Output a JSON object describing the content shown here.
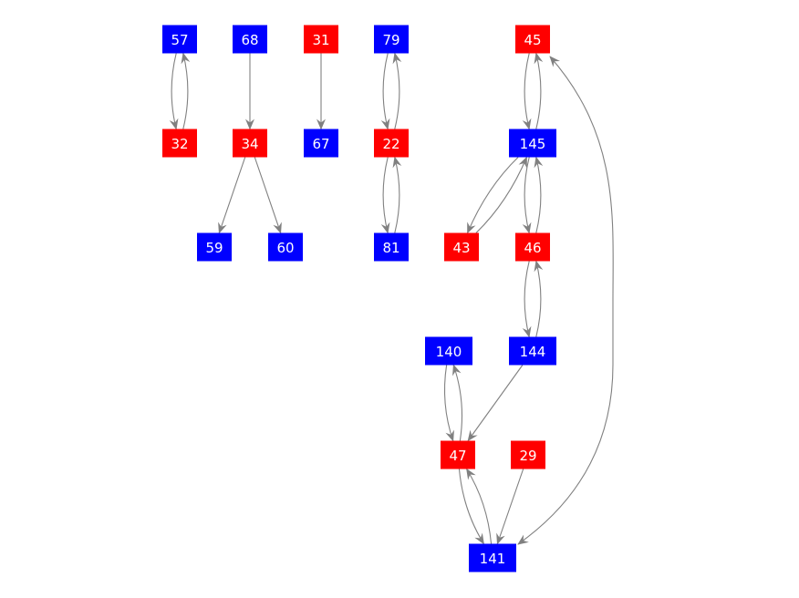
{
  "colors": {
    "red": "#ff0000",
    "blue": "#0000ff",
    "edge": "#808080",
    "text": "#ffffff"
  },
  "nodes": [
    {
      "id": "57",
      "color": "blue"
    },
    {
      "id": "68",
      "color": "blue"
    },
    {
      "id": "31",
      "color": "red"
    },
    {
      "id": "79",
      "color": "blue"
    },
    {
      "id": "45",
      "color": "red"
    },
    {
      "id": "32",
      "color": "red"
    },
    {
      "id": "34",
      "color": "red"
    },
    {
      "id": "67",
      "color": "blue"
    },
    {
      "id": "22",
      "color": "red"
    },
    {
      "id": "145",
      "color": "blue"
    },
    {
      "id": "59",
      "color": "blue"
    },
    {
      "id": "60",
      "color": "blue"
    },
    {
      "id": "81",
      "color": "blue"
    },
    {
      "id": "43",
      "color": "red"
    },
    {
      "id": "46",
      "color": "red"
    },
    {
      "id": "140",
      "color": "blue"
    },
    {
      "id": "144",
      "color": "blue"
    },
    {
      "id": "47",
      "color": "red"
    },
    {
      "id": "29",
      "color": "red"
    },
    {
      "id": "141",
      "color": "blue"
    }
  ],
  "edges": [
    [
      "57",
      "32"
    ],
    [
      "32",
      "57"
    ],
    [
      "68",
      "34"
    ],
    [
      "31",
      "67"
    ],
    [
      "79",
      "22"
    ],
    [
      "22",
      "79"
    ],
    [
      "22",
      "81"
    ],
    [
      "81",
      "22"
    ],
    [
      "34",
      "59"
    ],
    [
      "34",
      "60"
    ],
    [
      "45",
      "145"
    ],
    [
      "145",
      "45"
    ],
    [
      "145",
      "43"
    ],
    [
      "43",
      "145"
    ],
    [
      "145",
      "46"
    ],
    [
      "46",
      "145"
    ],
    [
      "46",
      "144"
    ],
    [
      "144",
      "46"
    ],
    [
      "140",
      "47"
    ],
    [
      "47",
      "140"
    ],
    [
      "144",
      "47"
    ],
    [
      "47",
      "141"
    ],
    [
      "141",
      "47"
    ],
    [
      "29",
      "141"
    ],
    [
      "45",
      "141"
    ],
    [
      "141",
      "45"
    ]
  ]
}
